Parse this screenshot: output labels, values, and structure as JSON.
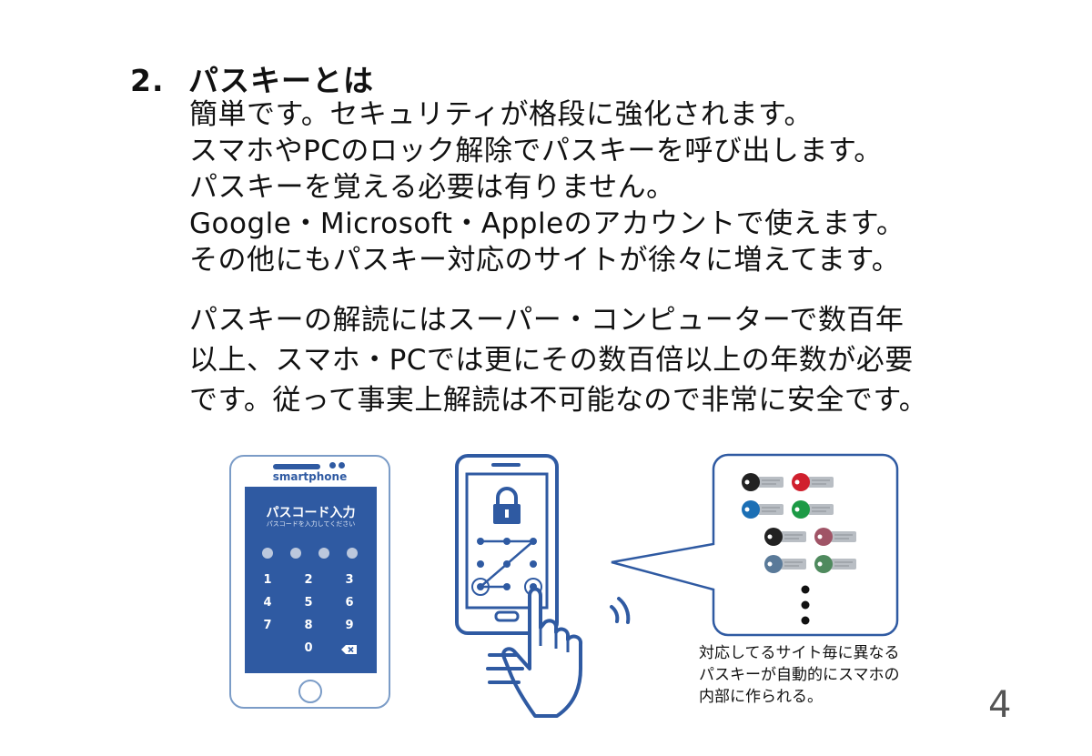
{
  "heading": {
    "number": "2.",
    "title": "パスキーとは"
  },
  "paragraph1": [
    "簡単です。セキュリティが格段に強化されます。",
    "スマホやPCのロック解除でパスキーを呼び出します。",
    "パスキーを覚える必要は有りません。",
    "Google・Microsoft・Appleのアカウントで使えます。",
    "その他にもパスキー対応のサイトが徐々に増えてます。"
  ],
  "paragraph2": [
    "パスキーの解読にはスーパー・コンピューターで数百年",
    "以上、スマホ・PCでは更にその数百倍以上の年数が必要",
    "です。従って事実上解読は不可能なので非常に安全です。"
  ],
  "phone1": {
    "brand": "smartphone",
    "title": "パスコード入力",
    "subtitle": "パスコードを入力してください",
    "keys": [
      "1",
      "2",
      "3",
      "4",
      "5",
      "6",
      "7",
      "8",
      "9",
      "0"
    ],
    "delete_icon": "backspace-icon",
    "screen_color": "#2f5aa2"
  },
  "phone2": {
    "lock_icon": "lock-icon",
    "pattern_icon": "pattern-lock-icon",
    "hand_icon": "tapping-hand-icon"
  },
  "bubble": {
    "key_colors": [
      "#222222",
      "#d0202e",
      "#1b6fb5",
      "#1c9a45",
      "#222222",
      "#a05466",
      "#5a7a99",
      "#4f8a5e"
    ],
    "caption": [
      "対応してるサイト毎に異なる",
      "パスキーが自動的にスマホの",
      "内部に作られる。"
    ]
  },
  "page_number": "4"
}
